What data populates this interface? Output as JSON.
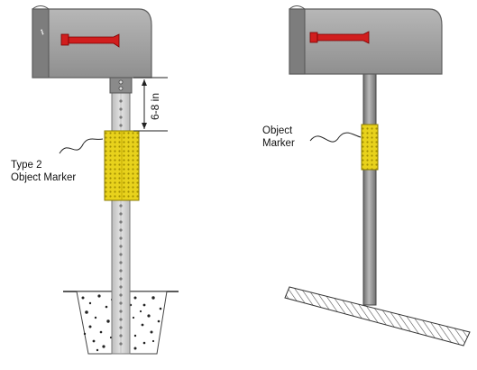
{
  "left": {
    "marker_label_line1": "Type 2",
    "marker_label_line2": "Object Marker",
    "dimension_label": "6-8 in"
  },
  "right": {
    "marker_label_line1": "Object",
    "marker_label_line2": "Marker"
  },
  "colors": {
    "mailbox_body": "#a9a9a9",
    "mailbox_shadow": "#7d7d7d",
    "flag_red": "#d11e1e",
    "marker_yellow": "#e8d21c",
    "post_light": "#c9c9c9",
    "pipe_dark": "#8c8c8c"
  }
}
